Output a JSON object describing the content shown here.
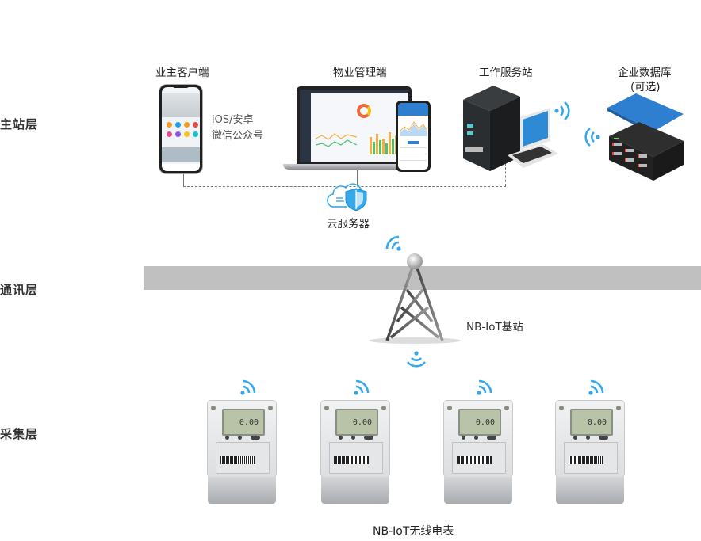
{
  "layers": [
    {
      "id": "master",
      "label": "主站层"
    },
    {
      "id": "comm",
      "label": "通讯层"
    },
    {
      "id": "collect",
      "label": "采集层"
    }
  ],
  "nodes": {
    "owner_client": {
      "label": "业主客户端",
      "note_line1": "iOS/安卓",
      "note_line2": "微信公众号"
    },
    "property_mgmt": {
      "label": "物业管理端"
    },
    "workstation": {
      "label": "工作服务站"
    },
    "enterprise_db": {
      "label_line1": "企业数据库",
      "label_line2": "(可选)"
    },
    "cloud_server": {
      "label": "云服务器"
    },
    "base_station": {
      "label": "NB-IoT基站"
    },
    "meters": {
      "label": "NB-IoT无线电表",
      "items": [
        {
          "reading": "0.00"
        },
        {
          "reading": "0.00"
        },
        {
          "reading": "0.00"
        },
        {
          "reading": "0.00"
        }
      ]
    }
  },
  "colors": {
    "wifi": "#35a9ea",
    "band": "#c0c0c0",
    "db_top": "#2f7fd0",
    "dash": "#777777"
  }
}
